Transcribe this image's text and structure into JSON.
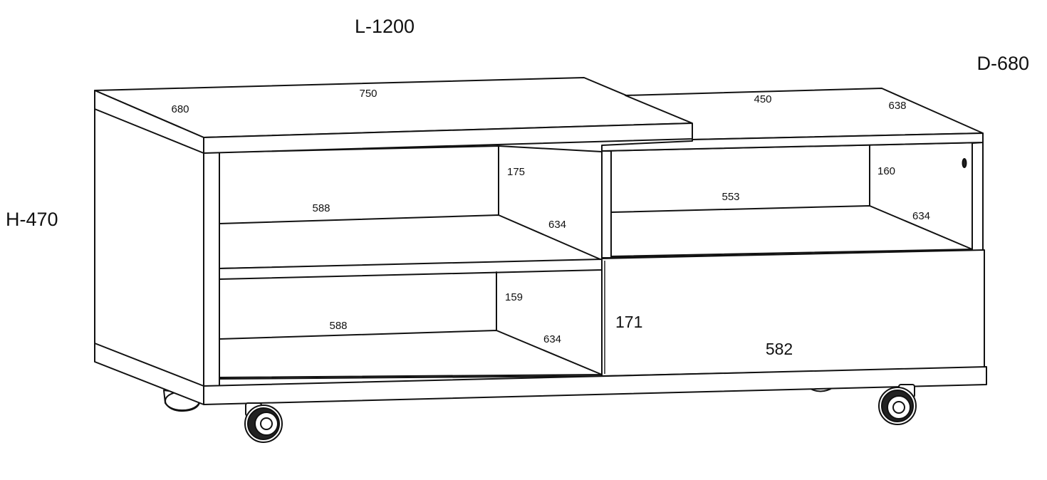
{
  "overall": {
    "length": "L-1200",
    "depth": "D-680",
    "height": "H-470"
  },
  "top_left": {
    "width": "750",
    "depth": "680"
  },
  "top_right": {
    "width": "450",
    "depth": "638"
  },
  "upper_left_shelf": {
    "height": "175",
    "width": "588",
    "depth": "634"
  },
  "lower_left_shelf": {
    "height": "159",
    "width": "588",
    "depth": "634"
  },
  "upper_right_shelf": {
    "height": "160",
    "width": "553",
    "depth": "634"
  },
  "drawer": {
    "height": "171",
    "width": "582"
  }
}
